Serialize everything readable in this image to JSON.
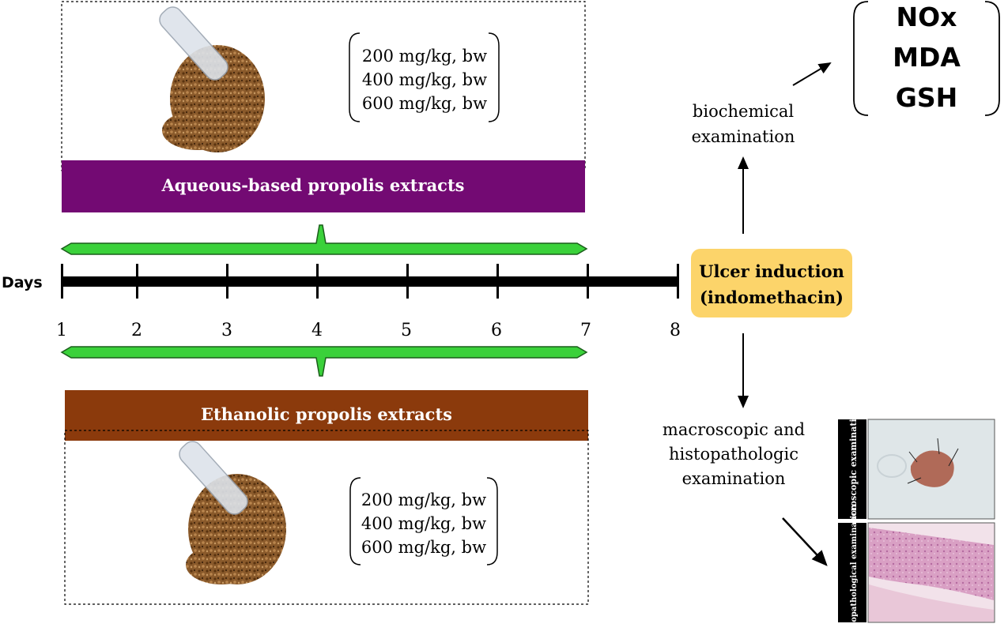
{
  "aqueous": {
    "label": "Aqueous-based propolis extracts",
    "doses": [
      "200 mg/kg, bw",
      "400 mg/kg, bw",
      "600 mg/kg, bw"
    ],
    "color": "#730a73"
  },
  "ethanolic": {
    "label": "Ethanolic propolis extracts",
    "doses": [
      "200 mg/kg, bw",
      "400 mg/kg, bw",
      "600 mg/kg, bw"
    ],
    "color": "#8b3a0c"
  },
  "timeline": {
    "axis_label": "Days",
    "days": [
      "1",
      "2",
      "3",
      "4",
      "5",
      "6",
      "7",
      "8"
    ],
    "arrow_color": "#3ad13a"
  },
  "ulcer": {
    "line1": "Ulcer induction",
    "line2": "(indomethacin)",
    "color": "#fcd46a"
  },
  "biochemical": {
    "line1": "biochemical",
    "line2": "examination",
    "markers": [
      "NOx",
      "MDA",
      "GSH"
    ]
  },
  "macro_histo": {
    "line1": "macroscopic and",
    "line2": "histopathologic",
    "line3": "examination"
  },
  "photos": {
    "macroscopic_label": "Macroscopic examination",
    "histopathological_label": "Histopathological examination"
  }
}
